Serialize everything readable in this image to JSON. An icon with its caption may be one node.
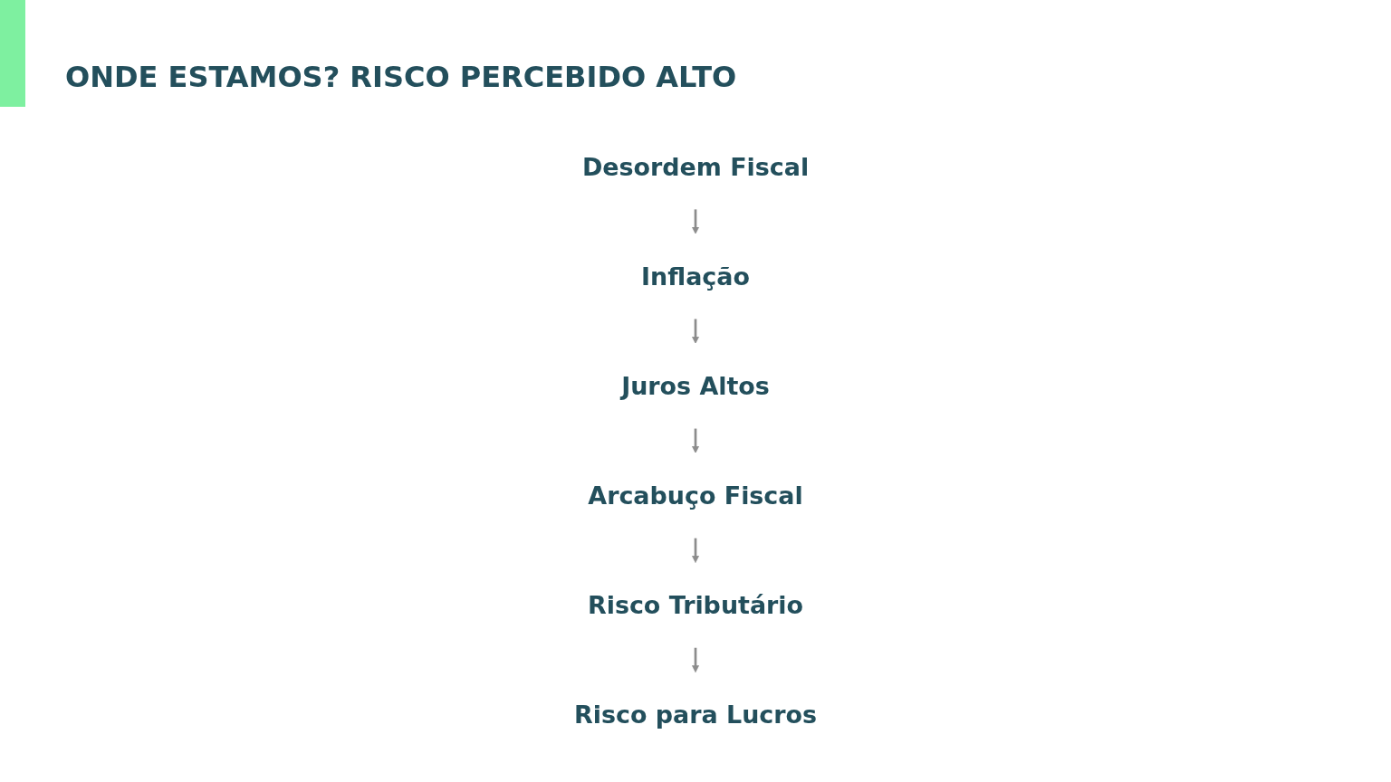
{
  "diagram": {
    "title": "ONDE ESTAMOS? RISCO PERCEBIDO ALTO",
    "nodes": [
      {
        "text": [
          "Desordem Fiscal"
        ]
      },
      {
        "text": [
          "Inflação"
        ]
      },
      {
        "text": [
          "Juros Altos"
        ]
      },
      {
        "text": [
          "Arcabuço Fiscal"
        ]
      },
      {
        "text": [
          "Risco Tributário"
        ]
      },
      {
        "text": [
          "Risco para Lucros"
        ]
      }
    ],
    "edges": [
      {
        "from": 0,
        "to": 1,
        "arrow": "to"
      },
      {
        "from": 1,
        "to": 2,
        "arrow": "to"
      },
      {
        "from": 2,
        "to": 3,
        "arrow": "to"
      },
      {
        "from": 3,
        "to": 4,
        "arrow": "to"
      },
      {
        "from": 4,
        "to": 5,
        "arrow": "to"
      }
    ]
  }
}
